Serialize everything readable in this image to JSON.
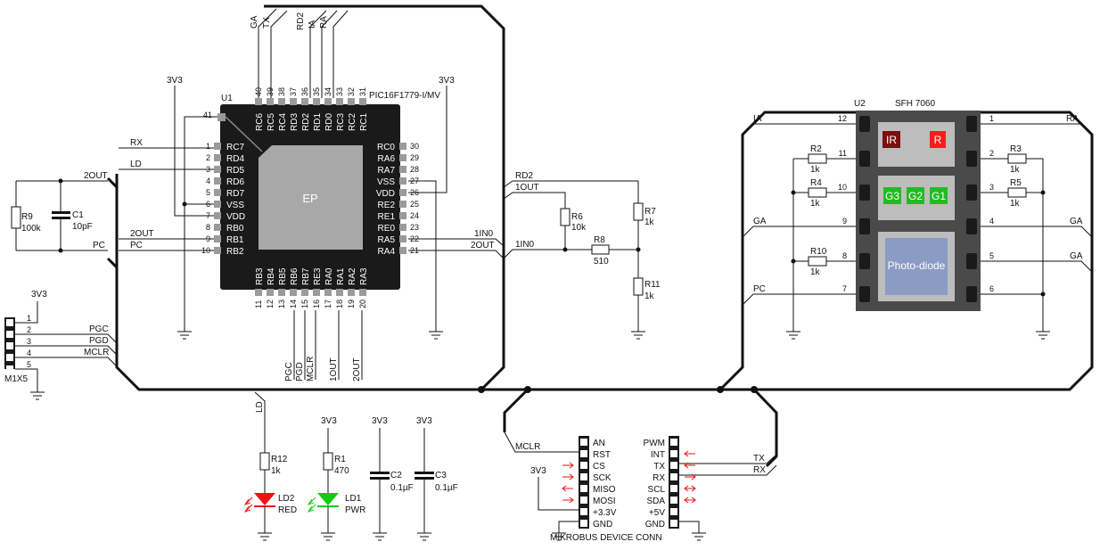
{
  "u1": {
    "ref": "U1",
    "part": "PIC16F1779-I/MV",
    "ep": "EP",
    "pin41": "41",
    "left": [
      {
        "num": "1",
        "name": "RC7",
        "net": "RX"
      },
      {
        "num": "2",
        "name": "RD4",
        "net": ""
      },
      {
        "num": "3",
        "name": "RD5",
        "net": "LD"
      },
      {
        "num": "4",
        "name": "RD6",
        "net": ""
      },
      {
        "num": "5",
        "name": "RD7",
        "net": ""
      },
      {
        "num": "6",
        "name": "VSS",
        "net": ""
      },
      {
        "num": "7",
        "name": "VDD",
        "net": ""
      },
      {
        "num": "8",
        "name": "RB0",
        "net": ""
      },
      {
        "num": "9",
        "name": "RB1",
        "net": "2OUT"
      },
      {
        "num": "10",
        "name": "RB2",
        "net": "PC"
      }
    ],
    "right": [
      {
        "num": "30",
        "name": "RC0"
      },
      {
        "num": "29",
        "name": "RA6"
      },
      {
        "num": "28",
        "name": "RA7"
      },
      {
        "num": "27",
        "name": "VSS"
      },
      {
        "num": "26",
        "name": "VDD"
      },
      {
        "num": "25",
        "name": "RE2"
      },
      {
        "num": "24",
        "name": "RE1"
      },
      {
        "num": "23",
        "name": "RE0"
      },
      {
        "num": "22",
        "name": "RA5",
        "net": "1IN0"
      },
      {
        "num": "21",
        "name": "RA4",
        "net": "2OUT"
      }
    ],
    "top": [
      {
        "num": "40",
        "name": "RC6",
        "net": "GA"
      },
      {
        "num": "39",
        "name": "RC5",
        "net": "TX"
      },
      {
        "num": "38",
        "name": "RC4",
        "net": ""
      },
      {
        "num": "37",
        "name": "RD3",
        "net": ""
      },
      {
        "num": "36",
        "name": "RD2",
        "net": "RD2"
      },
      {
        "num": "35",
        "name": "RD1",
        "net": "IA"
      },
      {
        "num": "34",
        "name": "RD0",
        "net": "RA"
      },
      {
        "num": "33",
        "name": "RC3",
        "net": ""
      },
      {
        "num": "32",
        "name": "RC2",
        "net": ""
      },
      {
        "num": "31",
        "name": "RC1",
        "net": ""
      }
    ],
    "bottom": [
      {
        "num": "11",
        "name": "RB3",
        "net": ""
      },
      {
        "num": "12",
        "name": "RB4",
        "net": ""
      },
      {
        "num": "13",
        "name": "RB5",
        "net": ""
      },
      {
        "num": "14",
        "name": "RB6",
        "net": "PGC"
      },
      {
        "num": "15",
        "name": "RB7",
        "net": "PGD"
      },
      {
        "num": "16",
        "name": "RE3",
        "net": "MCLR"
      },
      {
        "num": "17",
        "name": "RA0",
        "net": ""
      },
      {
        "num": "18",
        "name": "RA1",
        "net": "1OUT"
      },
      {
        "num": "19",
        "name": "RA2",
        "net": ""
      },
      {
        "num": "20",
        "name": "RA3",
        "net": "2OUT"
      }
    ]
  },
  "u2": {
    "ref": "U2",
    "part": "SFH 7060",
    "ir": "IR",
    "r": "R",
    "g3": "G3",
    "g2": "G2",
    "g1": "G1",
    "photodiode": "Photo-diode",
    "left_pins": [
      "12",
      "11",
      "10",
      "9",
      "8",
      "7"
    ],
    "right_pins": [
      "1",
      "2",
      "3",
      "4",
      "5",
      "6"
    ],
    "left_nets": {
      "ia": "IA",
      "ga": "GA",
      "pc": "PC"
    },
    "right_nets": {
      "ra": "RA",
      "ga1": "GA",
      "ga2": "GA"
    }
  },
  "power": {
    "v3": "3V3"
  },
  "left_block": {
    "r9": {
      "ref": "R9",
      "val": "100k"
    },
    "c1": {
      "ref": "C1",
      "val": "10pF"
    },
    "net_2out": "2OUT",
    "net_pc": "PC"
  },
  "amp": {
    "net_rd2": "RD2",
    "net_1out": "1OUT",
    "net_1in0": "1IN0",
    "r6": {
      "ref": "R6",
      "val": "10k"
    },
    "r7": {
      "ref": "R7",
      "val": "1k"
    },
    "r8": {
      "ref": "R8",
      "val": "510"
    },
    "r11": {
      "ref": "R11",
      "val": "1k"
    }
  },
  "u2_res": {
    "r2": {
      "ref": "R2",
      "val": "1k"
    },
    "r4": {
      "ref": "R4",
      "val": "1k"
    },
    "r10": {
      "ref": "R10",
      "val": "1k"
    },
    "r3": {
      "ref": "R3",
      "val": "1k"
    },
    "r5": {
      "ref": "R5",
      "val": "1k"
    }
  },
  "header": {
    "ref": "M1X5",
    "pins": [
      "1",
      "2",
      "3",
      "4",
      "5"
    ],
    "nets": [
      "PGC",
      "PGD",
      "MCLR"
    ]
  },
  "bottom_parts": {
    "net_ld": "LD",
    "r12": {
      "ref": "R12",
      "val": "1k"
    },
    "ld2": {
      "ref": "LD2",
      "val": "RED"
    },
    "r1": {
      "ref": "R1",
      "val": "470"
    },
    "ld1": {
      "ref": "LD1",
      "val": "PWR"
    },
    "c2": {
      "ref": "C2",
      "val": "0.1µF"
    },
    "c3": {
      "ref": "C3",
      "val": "0.1µF"
    }
  },
  "mikrobus": {
    "title": "MIKROBUS DEVICE CONN",
    "left": [
      "AN",
      "RST",
      "CS",
      "SCK",
      "MISO",
      "MOSI",
      "+3.3V",
      "GND"
    ],
    "right": [
      "PWM",
      "INT",
      "TX",
      "RX",
      "SCL",
      "SDA",
      "+5V",
      "GND"
    ],
    "net_mclr": "MCLR",
    "net_tx": "TX",
    "net_rx": "RX"
  },
  "colors": {
    "chip": "#1a1a1a",
    "ep": "#a8a8a8",
    "ir_bg": "#7a1010",
    "r_bg": "#ff1a1a",
    "g_bg": "#22bb22",
    "photodiode": "#8a9bc4",
    "led_red": "#ee1111",
    "led_green": "#11cc11"
  }
}
